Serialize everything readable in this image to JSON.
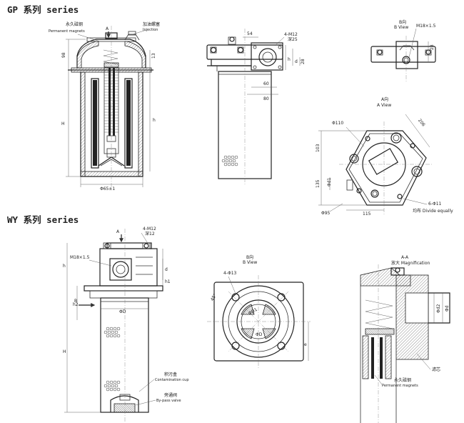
{
  "gp": {
    "title": "GP 系列 series",
    "section": {
      "permanent_cn": "永久磁钢",
      "permanent_en": "Permanent magnets",
      "injection_cn": "加油螺塞",
      "injection_en": "Injection",
      "arrow_a": "A",
      "dim_h": "H",
      "dim_h1": "h",
      "dim_98": "98",
      "dim_13": "13",
      "dim_phi": "Φ65±1"
    },
    "side": {
      "dim_54": "54",
      "holes": "4-M12",
      "deep": "深25",
      "dim_h": "h",
      "dim_d": "d",
      "dim_28": "28",
      "dim_60": "60",
      "dim_80": "80"
    },
    "bview": {
      "label_cn": "B向",
      "label_en": "B View",
      "thread": "M18×1.5",
      "dim_28": "28"
    },
    "aview": {
      "label_cn": "A向",
      "label_en": "A View",
      "dim_206": "206",
      "dim_phi110": "Φ110",
      "dim_103": "103",
      "dim_135": "135",
      "dim_phi1": "Φd1",
      "dim_phi95": "Φ95",
      "dim_115": "115",
      "holes": "6-Φ11",
      "divide": "均布 Divide equally"
    }
  },
  "wy": {
    "title": "WY 系列 series",
    "front": {
      "holes": "4-M12",
      "deep": "深12",
      "thread": "M18×1.5",
      "arrow_a": "A",
      "arrow_b": "B",
      "dim_h": "h",
      "dim_d": "d",
      "dim_h1": "h1",
      "dim_h2": "h2",
      "dim_big_h": "H",
      "dim_phi": "ΦD",
      "cup_cn": "积污盒",
      "cup_en": "Contamination cup",
      "valve_cn": "旁通阀",
      "valve_en": "By-pass valve"
    },
    "bview": {
      "label_cn": "B向",
      "label_en": "B View",
      "holes": "4-Φ13",
      "angle": "45°",
      "dim_phi1": "ΦD1",
      "dim_phi": "ΦD",
      "dim_e": "e"
    },
    "detail": {
      "section": "A-A",
      "label": "放大 Magnification",
      "dim_d2": "Φd2",
      "dim_d": "Φd",
      "filter_cn": "滤芯",
      "magnet_cn": "永久磁钢",
      "magnet_en": "Permanent magnets"
    }
  }
}
